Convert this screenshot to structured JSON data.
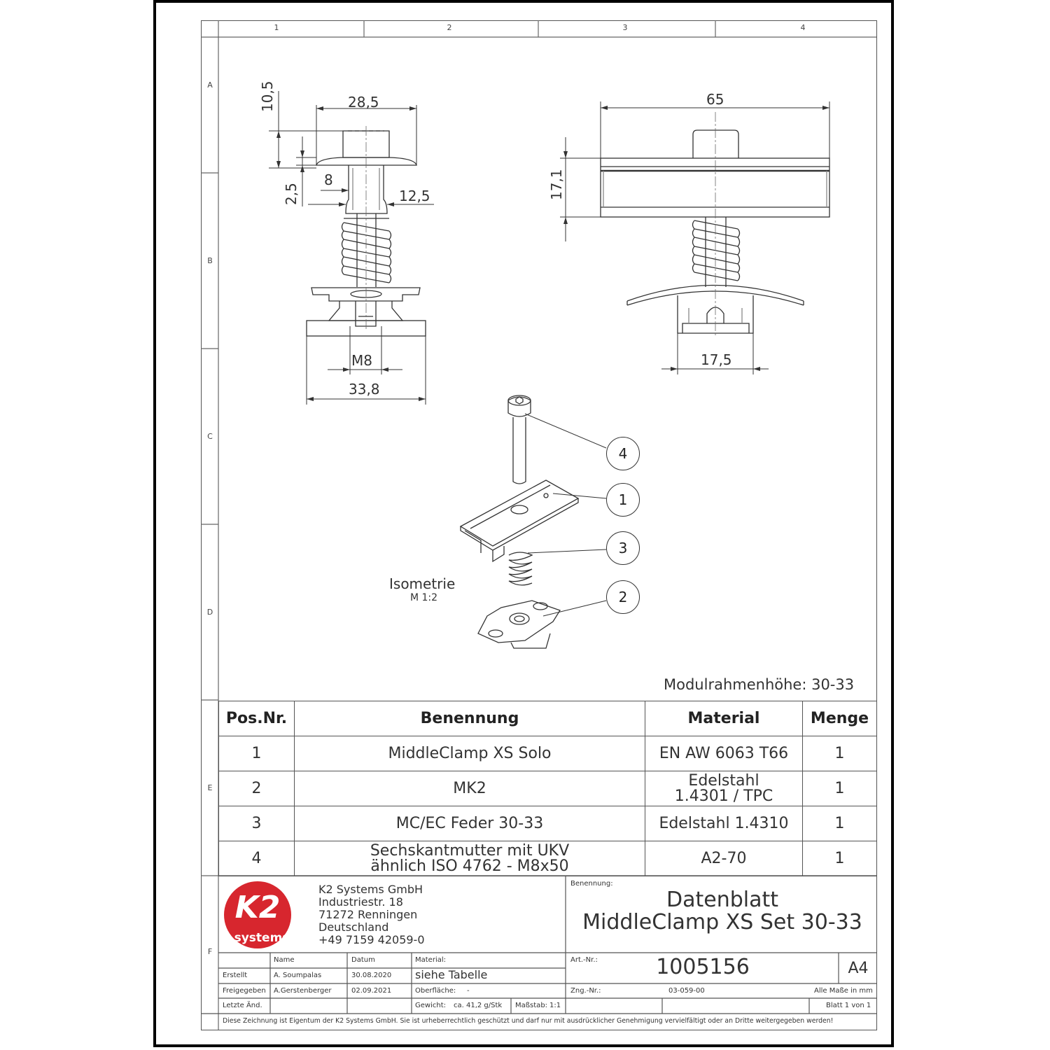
{
  "zones": {
    "columns": [
      "1",
      "2",
      "3",
      "4"
    ],
    "rows": [
      "A",
      "B",
      "C",
      "D",
      "E",
      "F"
    ]
  },
  "dimensions": {
    "front": {
      "d1": "28,5",
      "d2": "10,5",
      "d3": "2,5",
      "d4": "8",
      "d5": "12,5",
      "d6": "M8",
      "d7": "33,8"
    },
    "side": {
      "d1": "65",
      "d2": "17,1",
      "d3": "17,5"
    }
  },
  "isometry": {
    "title": "Isometrie",
    "scale": "M 1:2"
  },
  "balloons": [
    "4",
    "1",
    "3",
    "2"
  ],
  "module_height": "Modulrahmenhöhe: 30-33",
  "bom": {
    "headers": [
      "Pos.Nr.",
      "Benennung",
      "Material",
      "Menge"
    ],
    "rows": [
      {
        "pos": "1",
        "name1": "MiddleClamp XS Solo",
        "name2": "",
        "mat1": "EN AW 6063 T66",
        "mat2": "",
        "qty": "1"
      },
      {
        "pos": "2",
        "name1": "MK2",
        "name2": "",
        "mat1": "Edelstahl",
        "mat2": "1.4301 /  TPC",
        "qty": "1"
      },
      {
        "pos": "3",
        "name1": "MC/EC Feder 30-33",
        "name2": "",
        "mat1": "Edelstahl 1.4310",
        "mat2": "",
        "qty": "1"
      },
      {
        "pos": "4",
        "name1": "Sechskantmutter mit UKV",
        "name2": "ähnlich ISO 4762 - M8x50",
        "mat1": "A2-70",
        "mat2": "",
        "qty": "1"
      }
    ]
  },
  "logo": {
    "brand": "K2",
    "sub": "systems",
    "color": "#d7262e"
  },
  "company": {
    "name": "K2 Systems GmbH",
    "street": "Industriestr. 18",
    "city": "71272 Renningen",
    "country": "Deutschland",
    "phone": "+49 7159 42059-0"
  },
  "title_block": {
    "benennung_label": "Benennung:",
    "title1": "Datenblatt",
    "title2": "MiddleClamp XS Set 30-33",
    "artnr_label": "Art.-Nr.:",
    "artnr": "1005156",
    "format": "A4",
    "col_name": "Name",
    "col_datum": "Datum",
    "material_label": "Material:",
    "material": "siehe Tabelle",
    "erstellt_label": "Erstellt",
    "erstellt_name": "A. Soumpalas",
    "erstellt_date": "30.08.2020",
    "frei_label": "Freigegeben",
    "frei_name": "A.Gerstenberger",
    "frei_date": "02.09.2021",
    "oberflaeche_label": "Oberfläche:",
    "oberflaeche": "-",
    "zngnr_label": "Zng.-Nr.:",
    "zngnr": "03-059-00",
    "masse": "Alle Maße in mm",
    "letzte_label": "Letzte Änd.",
    "gewicht_label": "Gewicht:",
    "gewicht": "ca. 41,2 g/Stk",
    "massstab_label": "Maßstab:",
    "massstab": "1:1",
    "blatt": "Blatt 1 von 1",
    "copyright": "Diese Zeichnung ist Eigentum der K2 Systems GmbH. Sie ist urheberrechtlich geschützt und darf nur mit ausdrücklicher Genehmigung vervielfältigt oder an Dritte weitergegeben werden!"
  }
}
